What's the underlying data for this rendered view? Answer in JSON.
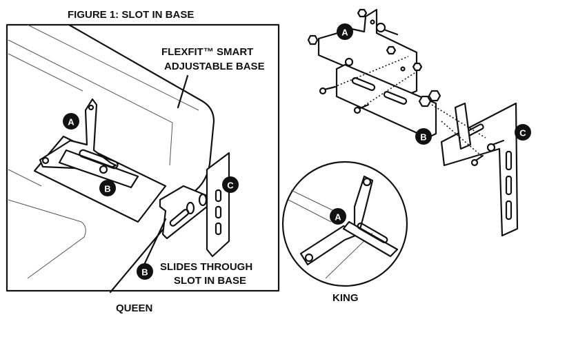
{
  "figure_title": "FIGURE 1: SLOT IN BASE",
  "base_label_line1": "FLEXFIT™ SMART",
  "base_label_line2": "ADJUSTABLE BASE",
  "slides_label_line1": "SLIDES THROUGH",
  "slides_label_line2": "SLOT IN BASE",
  "queen_caption": "QUEEN",
  "king_caption": "KING",
  "callouts": {
    "a": "A",
    "b": "B",
    "c": "C"
  },
  "colors": {
    "ink": "#111111",
    "paper": "#ffffff"
  }
}
